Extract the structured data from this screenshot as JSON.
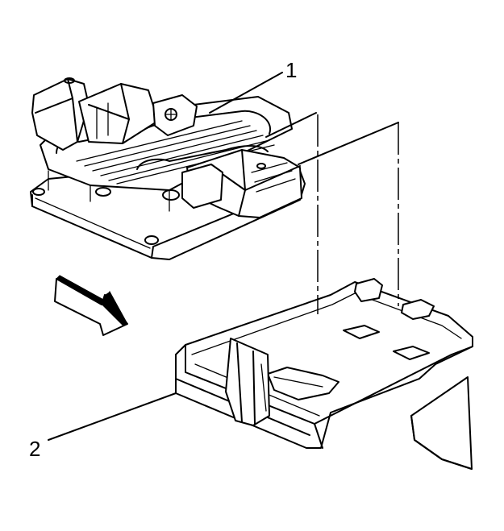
{
  "callouts": [
    {
      "id": "1",
      "label": "1"
    },
    {
      "id": "2",
      "label": "2"
    }
  ],
  "colors": {
    "line": "#000000",
    "background": "#ffffff"
  },
  "icons": {
    "direction_arrow": "forward-arrow-icon"
  }
}
